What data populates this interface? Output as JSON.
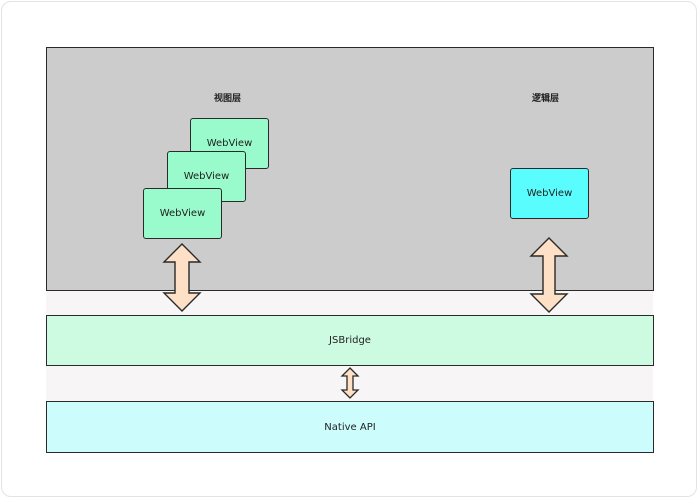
{
  "view_layer": {
    "label": "视图层",
    "webviews": [
      "WebView",
      "WebView",
      "WebView"
    ]
  },
  "logic_layer": {
    "label": "逻辑层",
    "webview": "WebView"
  },
  "bridge": {
    "label": "JSBridge"
  },
  "native": {
    "label": "Native API"
  },
  "colors": {
    "container": "#cccccc",
    "webview_view": "#99fbcb",
    "webview_logic": "#59fdfe",
    "bridge": "#ccfbe1",
    "native": "#ccfdfc",
    "arrow": "#fde0c6"
  }
}
